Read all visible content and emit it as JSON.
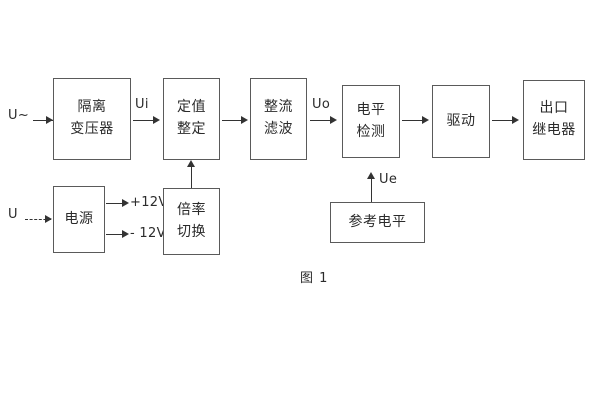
{
  "figure": {
    "caption": "图 1",
    "background_color": "#ffffff",
    "line_color": "#333333",
    "box_border_color": "#5a5a5a",
    "text_color": "#2b2b2b"
  },
  "blocks": [
    {
      "id": "isolation-transformer",
      "lines": [
        "隔离",
        "变压器"
      ]
    },
    {
      "id": "setting-value",
      "lines": [
        "定值",
        "整定"
      ]
    },
    {
      "id": "rectify-filter",
      "lines": [
        "整流",
        "滤波"
      ]
    },
    {
      "id": "level-detection",
      "lines": [
        "电平",
        "检测"
      ]
    },
    {
      "id": "drive",
      "lines": [
        "驱动"
      ]
    },
    {
      "id": "output-relay",
      "lines": [
        "出口",
        "继电器"
      ]
    },
    {
      "id": "power-supply",
      "lines": [
        "电源"
      ]
    },
    {
      "id": "multiplier-switch",
      "lines": [
        "倍率",
        "切换"
      ]
    },
    {
      "id": "reference-level",
      "lines": [
        "参考电平"
      ]
    }
  ],
  "signals": {
    "input_ac": "U~",
    "input_dc": "U",
    "ui": "Ui",
    "uo": "Uo",
    "ue": "Ue",
    "rail_positive": "+12V",
    "rail_negative": "- 12V"
  }
}
